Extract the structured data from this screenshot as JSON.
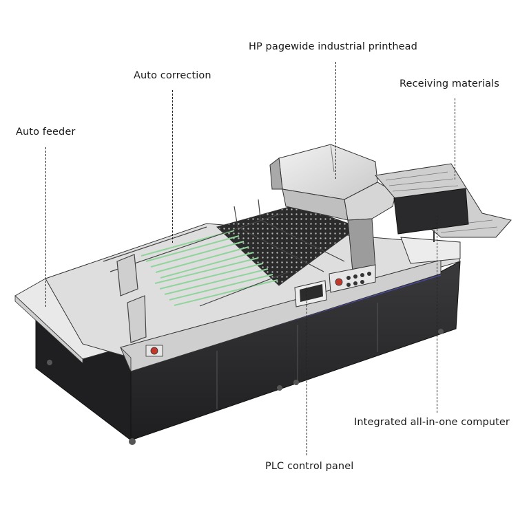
{
  "callouts": {
    "printhead": "HP pagewide industrial printhead",
    "receiving": "Receiving materials",
    "correction": "Auto correction",
    "feeder": "Auto feeder",
    "computer": "Integrated all-in-one computer",
    "plc": "PLC control panel"
  },
  "colors": {
    "frame": "#2a2a2c",
    "panel": "#dcdcdc",
    "guide": "#8fd49a",
    "accent": "#5a5aff",
    "estop": "#c0392b"
  }
}
